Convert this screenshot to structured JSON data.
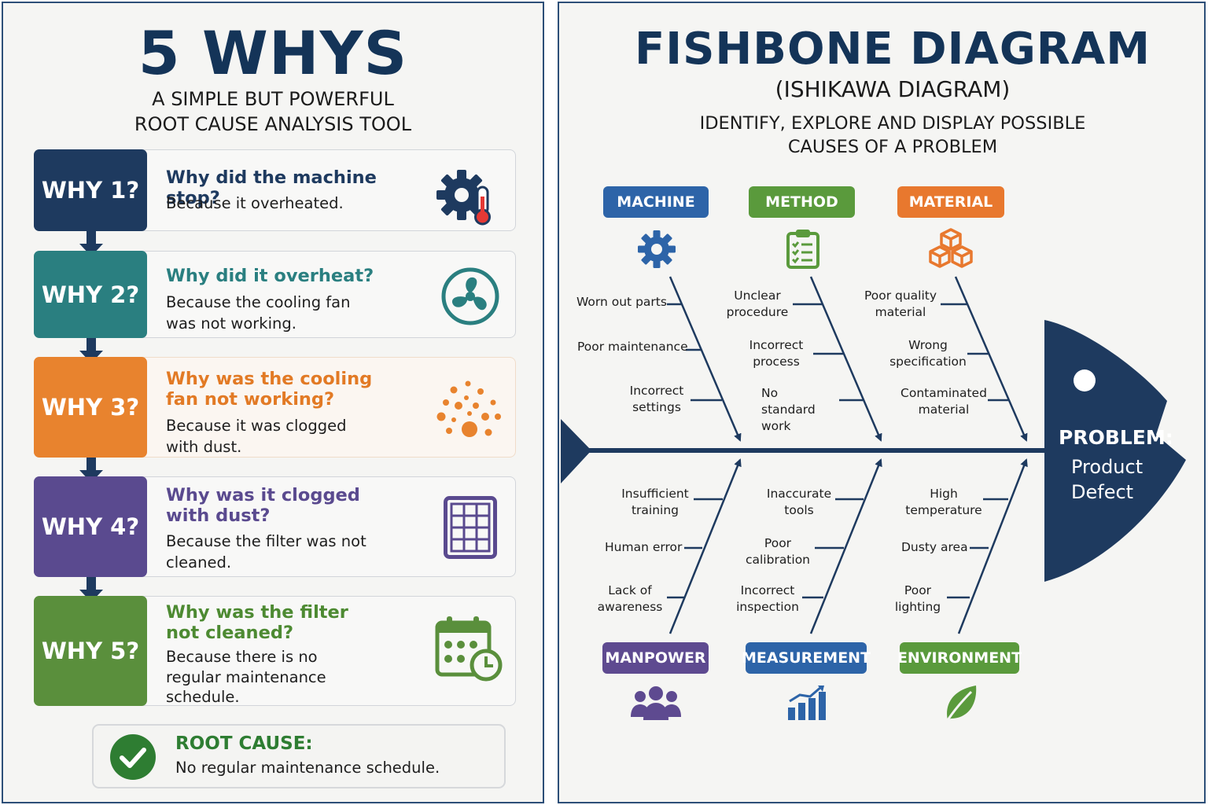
{
  "five_whys": {
    "title": "5 WHYS",
    "subtitle_line1": "A SIMPLE BUT POWERFUL",
    "subtitle_line2": "ROOT CAUSE ANALYSIS TOOL",
    "steps": [
      {
        "badge": "WHY 1?",
        "question": "Why did the machine stop?",
        "answer": "Because it overheated.",
        "icon": "gear-thermometer-icon",
        "color": "#1e3a5f"
      },
      {
        "badge": "WHY 2?",
        "question": "Why did it overheat?",
        "answer": "Because the cooling fan was not working.",
        "icon": "fan-icon",
        "color": "#2a7f80"
      },
      {
        "badge": "WHY 3?",
        "question": "Why was the cooling fan not working?",
        "answer": "Because it was clogged with dust.",
        "icon": "dust-particles-icon",
        "color": "#e8832e"
      },
      {
        "badge": "WHY 4?",
        "question": "Why was it clogged with dust?",
        "answer": "Because the filter was not cleaned.",
        "icon": "filter-grid-icon",
        "color": "#5a4a8f"
      },
      {
        "badge": "WHY 5?",
        "question": "Why was the filter not cleaned?",
        "answer": "Because there is no regular maintenance schedule.",
        "icon": "calendar-clock-icon",
        "color": "#5a8f3c"
      }
    ],
    "root_cause": {
      "label": "ROOT CAUSE:",
      "text": "No regular maintenance schedule.",
      "icon": "checkmark-circle-icon",
      "color": "#2e7d32"
    }
  },
  "fishbone": {
    "title": "FISHBONE DIAGRAM",
    "subtitle": "(ISHIKAWA DIAGRAM)",
    "description_line1": "IDENTIFY, EXPLORE AND DISPLAY POSSIBLE",
    "description_line2": "CAUSES OF A PROBLEM",
    "problem": {
      "label": "PROBLEM:",
      "line1": "Product",
      "line2": "Defect"
    },
    "categories": {
      "machine": {
        "label": "MACHINE",
        "color": "#2d64a8",
        "icon": "gear-icon",
        "causes": [
          "Worn out parts",
          "Poor maintenance",
          "Incorrect settings"
        ]
      },
      "method": {
        "label": "METHOD",
        "color": "#5a9a3c",
        "icon": "clipboard-checklist-icon",
        "causes": [
          "Unclear procedure",
          "Incorrect process",
          "No standard work"
        ]
      },
      "material": {
        "label": "MATERIAL",
        "color": "#e8782e",
        "icon": "boxes-icon",
        "causes": [
          "Poor quality material",
          "Wrong specification",
          "Contaminated material"
        ]
      },
      "manpower": {
        "label": "MANPOWER",
        "color": "#5e4a90",
        "icon": "people-icon",
        "causes": [
          "Insufficient training",
          "Human error",
          "Lack of awareness"
        ]
      },
      "measurement": {
        "label": "MEASUREMENT",
        "color": "#2d64a8",
        "icon": "bar-chart-icon",
        "causes": [
          "Inaccurate tools",
          "Poor calibration",
          "Incorrect inspection"
        ]
      },
      "environment": {
        "label": "ENVIRONMENT",
        "color": "#5a9a3c",
        "icon": "leaf-icon",
        "causes": [
          "High temperature",
          "Dusty area",
          "Poor lighting"
        ]
      }
    }
  }
}
